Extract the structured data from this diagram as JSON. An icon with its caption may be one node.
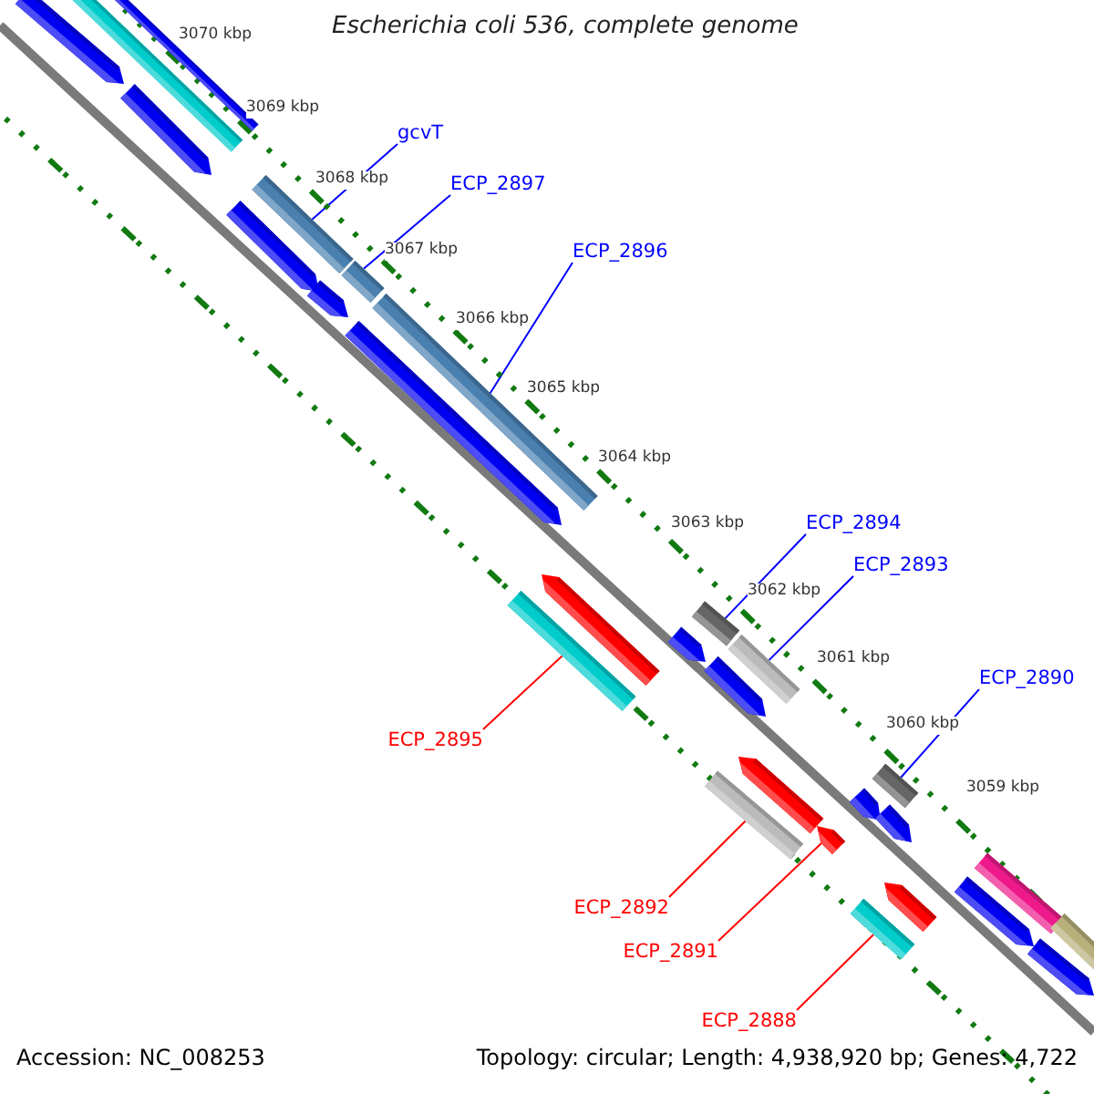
{
  "diagram": {
    "title": "Escherichia coli 536, complete genome",
    "nodes": [
      {
        "text": [
          "gcvT"
        ]
      },
      {
        "text": [
          "ECP_2897"
        ]
      },
      {
        "text": [
          "ECP_2896"
        ]
      },
      {
        "text": [
          "ECP_2894"
        ]
      },
      {
        "text": [
          "ECP_2893"
        ]
      },
      {
        "text": [
          "ECP_2890"
        ]
      },
      {
        "text": [
          "ECP_2895"
        ]
      },
      {
        "text": [
          "ECP_2892"
        ]
      },
      {
        "text": [
          "ECP_2891"
        ]
      },
      {
        "text": [
          "ECP_2888"
        ]
      },
      {
        "text": [],
        "shape": "bar"
      },
      {
        "text": [],
        "shape": "bar"
      },
      {
        "text": [],
        "shape": "bar"
      },
      {
        "text": [],
        "shape": "bar"
      },
      {
        "text": [],
        "shape": "bar"
      },
      {
        "text": [],
        "shape": "bar"
      },
      {
        "text": [],
        "shape": "bar"
      },
      {
        "text": [],
        "shape": "bar"
      },
      {
        "text": [],
        "shape": "bar"
      },
      {
        "text": [],
        "shape": "bar"
      }
    ],
    "edges": [
      {
        "from": 0,
        "to": 10,
        "arrow": "none"
      },
      {
        "from": 1,
        "to": 11,
        "arrow": "none"
      },
      {
        "from": 2,
        "to": 12,
        "arrow": "none"
      },
      {
        "from": 3,
        "to": 13,
        "arrow": "none"
      },
      {
        "from": 4,
        "to": 14,
        "arrow": "none"
      },
      {
        "from": 5,
        "to": 15,
        "arrow": "none"
      },
      {
        "from": 6,
        "to": 16,
        "arrow": "none",
        "color": "#ff0000"
      },
      {
        "from": 7,
        "to": 17,
        "arrow": "none",
        "color": "#ff0000"
      },
      {
        "from": 8,
        "to": 18,
        "arrow": "none",
        "color": "#ff0000"
      },
      {
        "from": 9,
        "to": 19,
        "arrow": "none",
        "color": "#ff0000"
      }
    ],
    "labels": [
      "3070 kbp",
      "3069 kbp",
      "3068 kbp",
      "3067 kbp",
      "3066 kbp",
      "3065 kbp",
      "3064 kbp",
      "3063 kbp",
      "3062 kbp",
      "3061 kbp",
      "3060 kbp",
      "3059 kbp",
      "Accession: NC_008253",
      "Topology: circular; Length: 4,938,920 bp; Genes: 4,722"
    ]
  }
}
